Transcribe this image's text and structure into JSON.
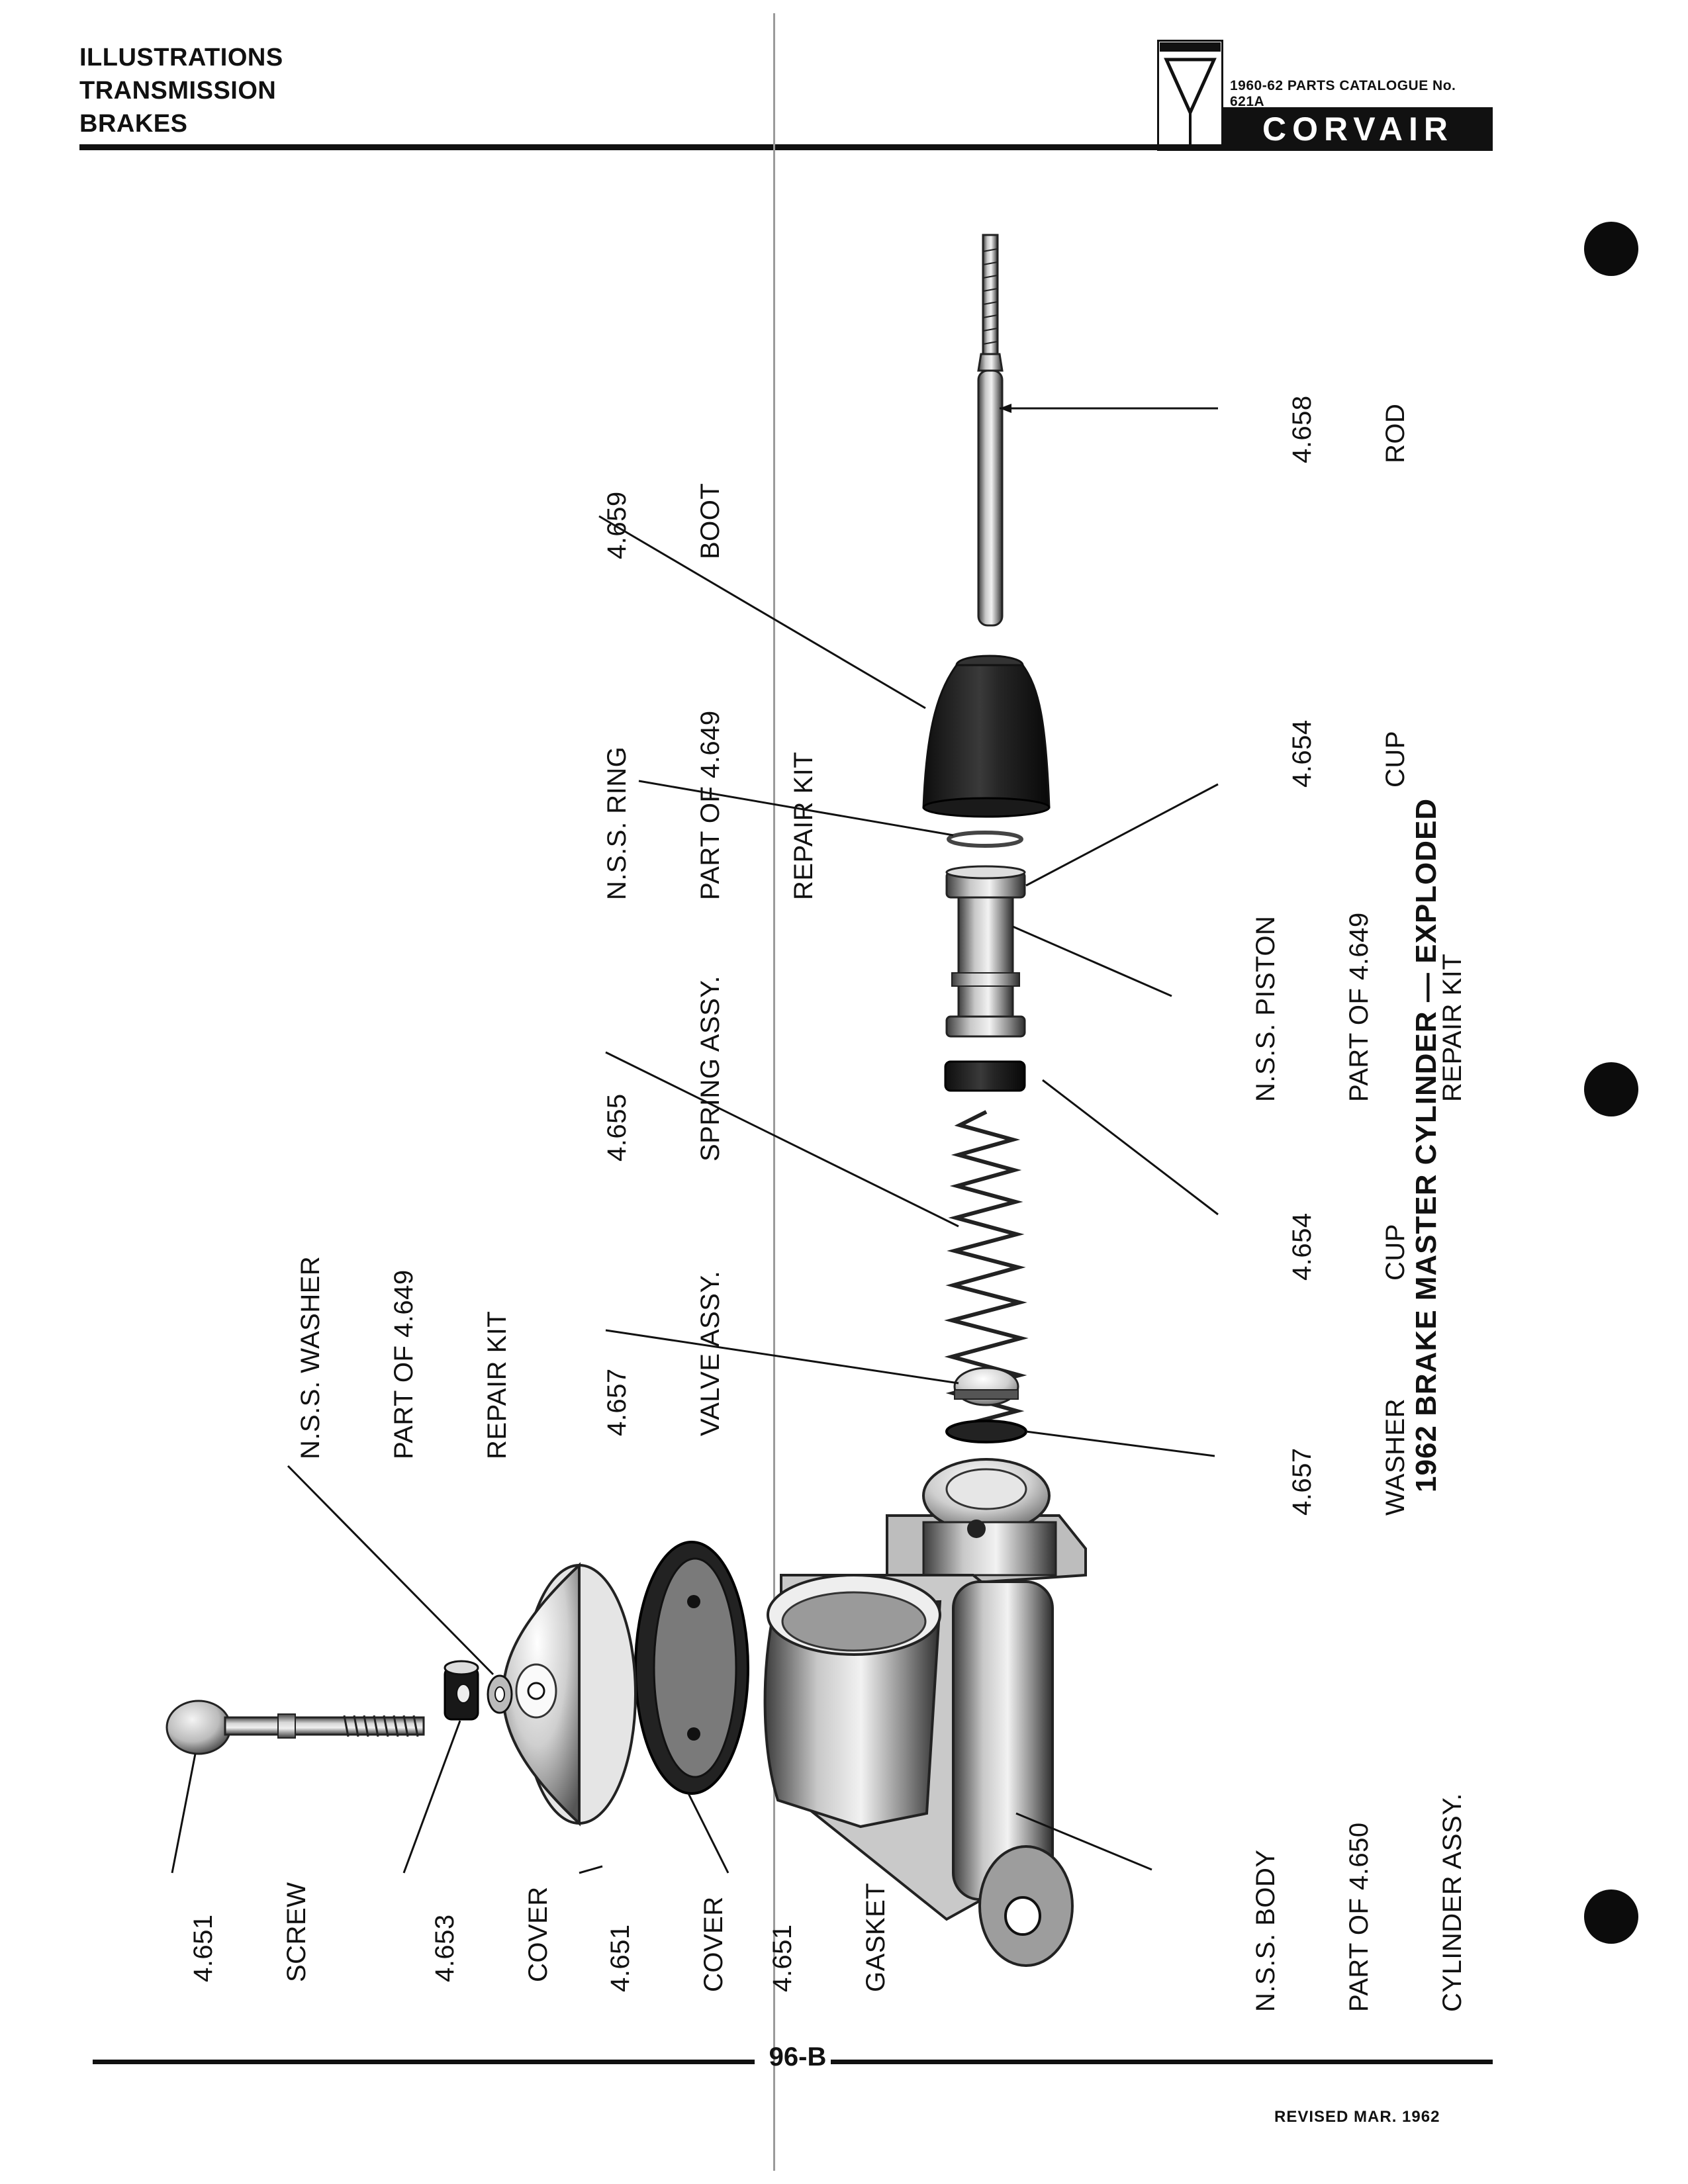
{
  "header": {
    "lines": [
      "ILLUSTRATIONS",
      "TRANSMISSION",
      "BRAKES"
    ],
    "catalogue": "1960-62 PARTS CATALOGUE No. 621A",
    "brand": "CORVAIR"
  },
  "title": "1962 BRAKE MASTER CYLINDER — EXPLODED",
  "labels": {
    "rod": {
      "num": "4.658",
      "name": "ROD"
    },
    "boot": {
      "num": "4.659",
      "name": "BOOT"
    },
    "ring": {
      "l1": "N.S.S. RING",
      "l2": "PART OF 4.649",
      "l3": "REPAIR KIT"
    },
    "cup_top": {
      "num": "4.654",
      "name": "CUP"
    },
    "piston": {
      "l1": "N.S.S. PISTON",
      "l2": "PART OF 4.649",
      "l3": "REPAIR KIT"
    },
    "spring": {
      "num": "4.655",
      "name": "SPRING ASSY."
    },
    "cup_bottom": {
      "num": "4.654",
      "name": "CUP"
    },
    "valve": {
      "num": "4.657",
      "name": "VALVE ASSY."
    },
    "washer_right": {
      "num": "4.657",
      "name": "WASHER"
    },
    "washer_nss": {
      "l1": "N.S.S. WASHER",
      "l2": "PART OF 4.649",
      "l3": "REPAIR KIT"
    },
    "screw": {
      "num": "4.651",
      "name": "SCREW"
    },
    "cover_small": {
      "num": "4.653",
      "name": "COVER"
    },
    "cover": {
      "num": "4.651",
      "name": "COVER"
    },
    "gasket": {
      "num": "4.651",
      "name": "GASKET"
    },
    "body": {
      "l1": "N.S.S. BODY",
      "l2": "PART OF 4.650",
      "l3": "CYLINDER ASSY."
    }
  },
  "footer": {
    "page": "96-B",
    "revised": "REVISED MAR. 1962"
  }
}
